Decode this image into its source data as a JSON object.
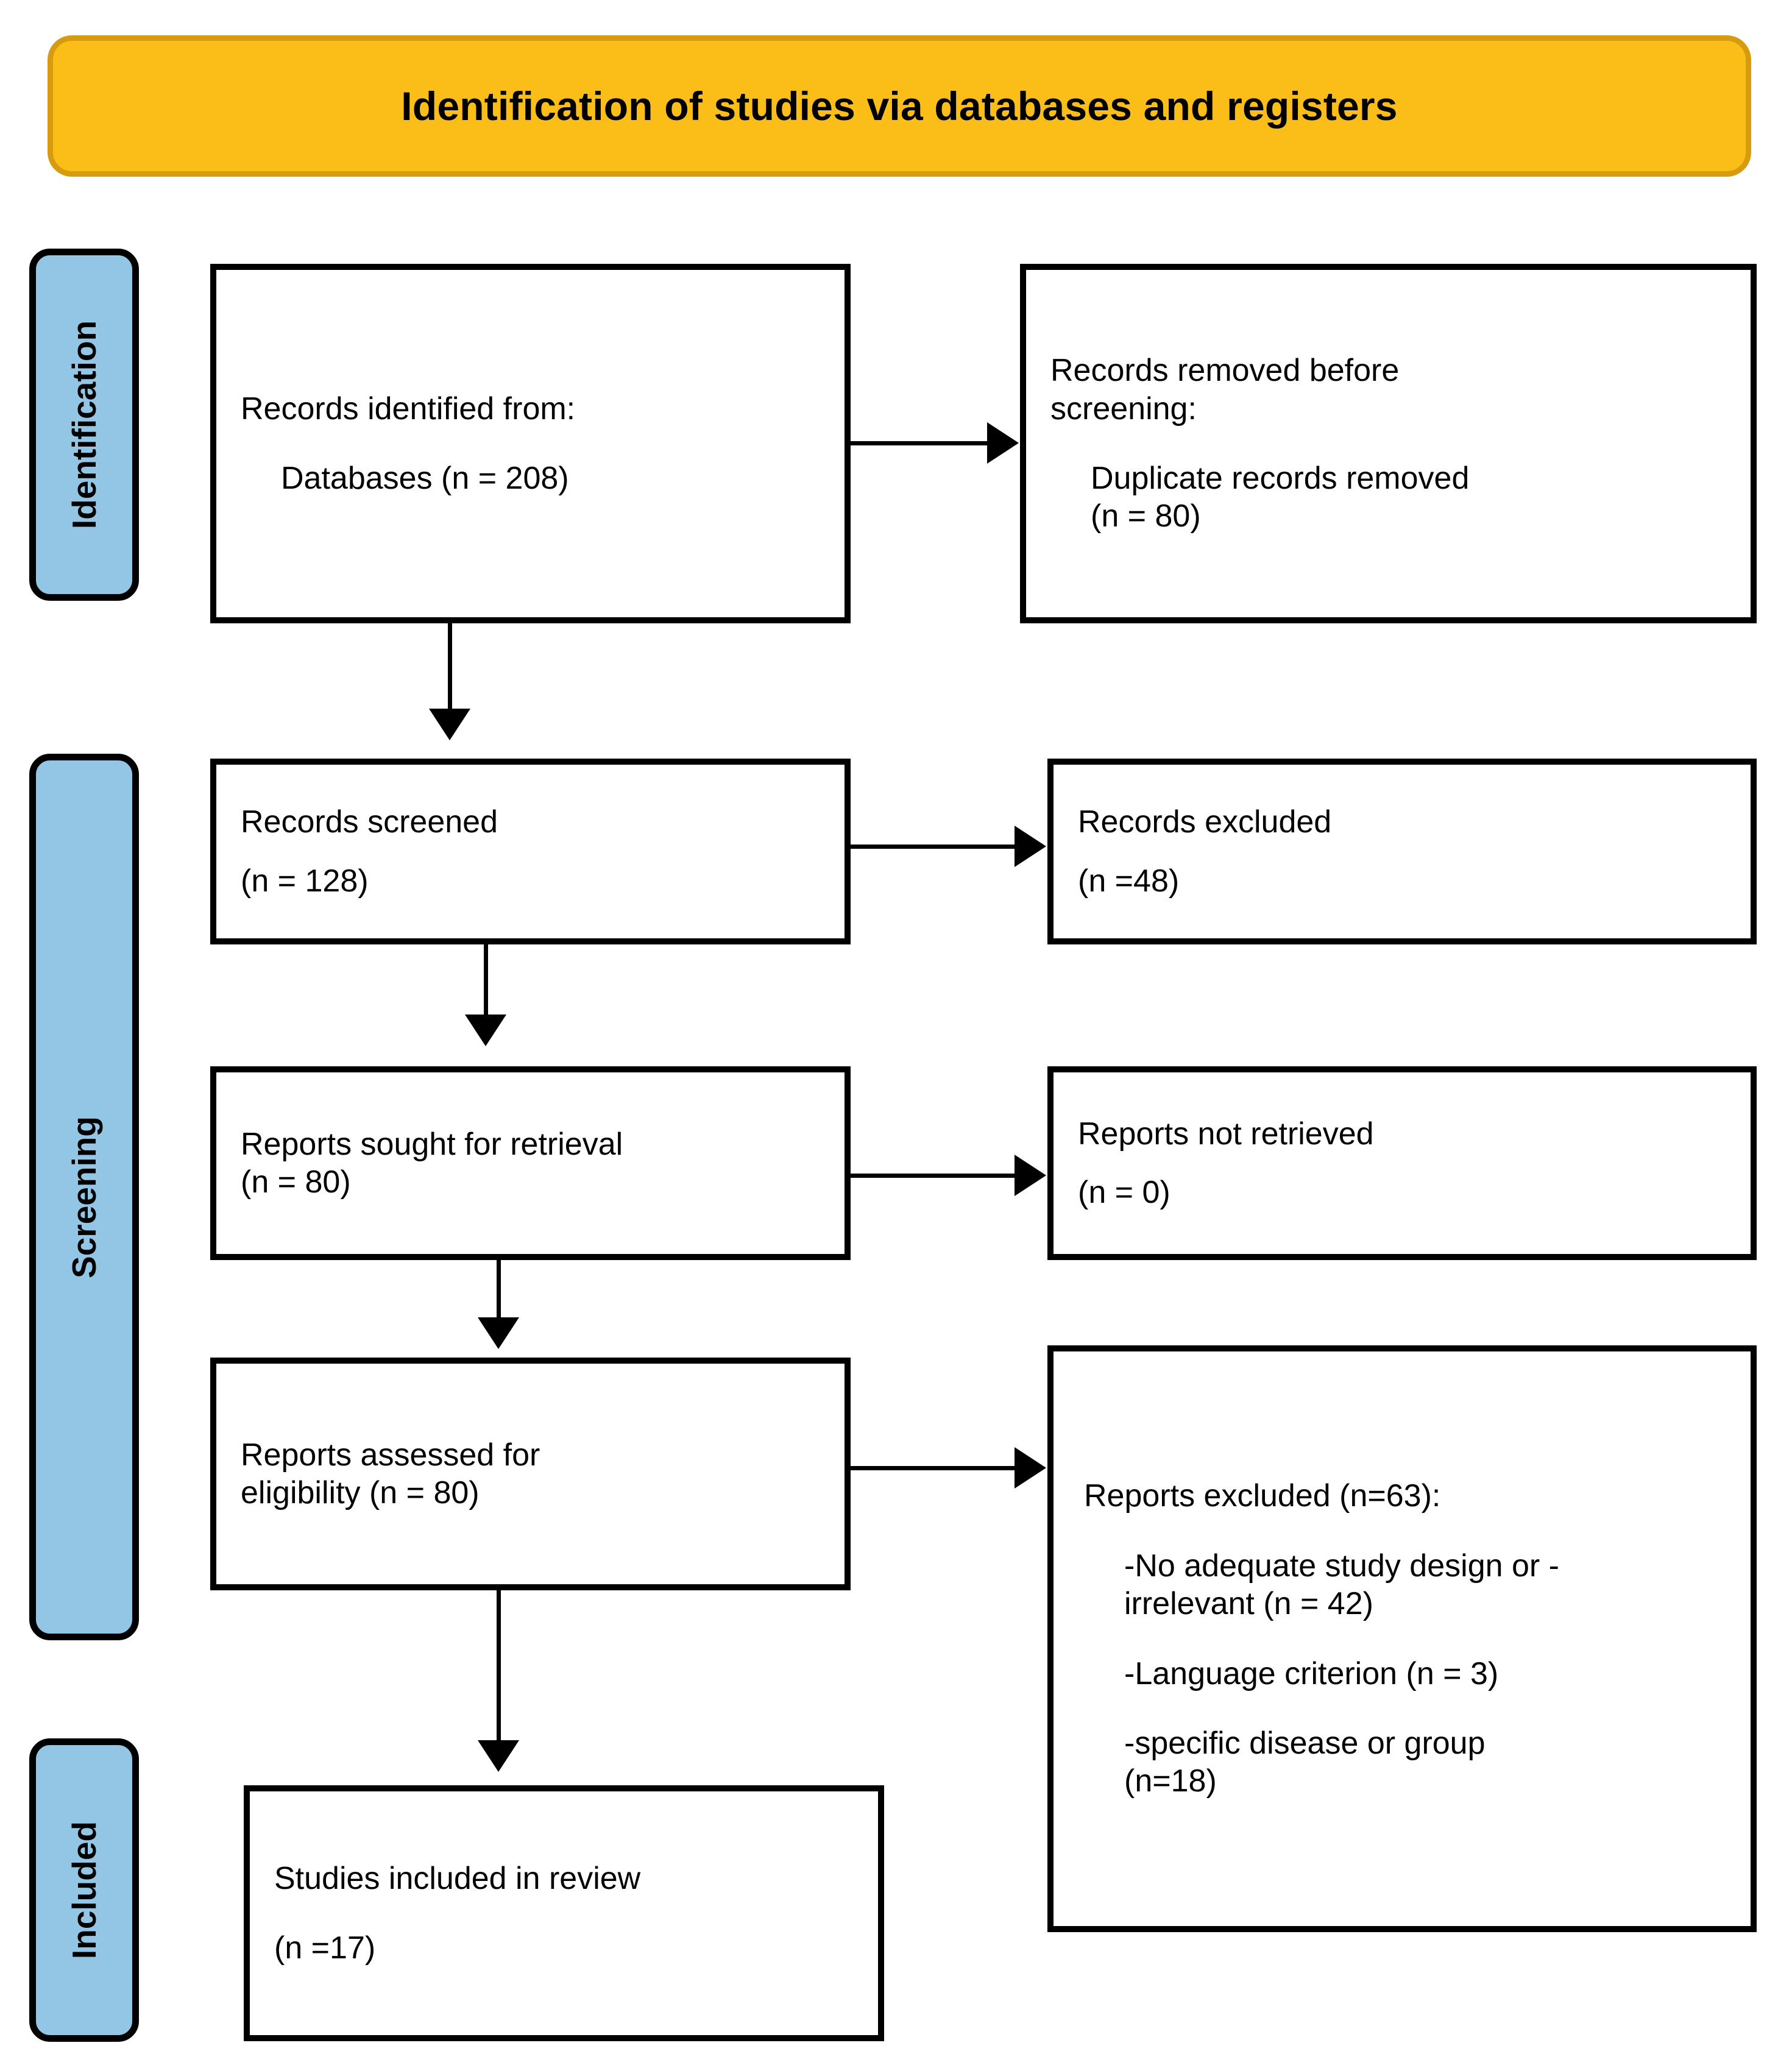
{
  "banner": {
    "title": "Identification of studies via databases and registers"
  },
  "stages": [
    {
      "id": "identification",
      "label": "Identification"
    },
    {
      "id": "screening",
      "label": "Screening"
    },
    {
      "id": "included",
      "label": "Included"
    }
  ],
  "boxes": {
    "identified": {
      "line1": "Records identified from:",
      "line2": "Databases (n = 208)"
    },
    "removed": {
      "line1": "Records removed before",
      "line2": "screening:",
      "line3": "Duplicate records removed",
      "line4": "(n = 80)"
    },
    "screened": {
      "line1": "Records screened",
      "line2": "(n = 128)"
    },
    "excluded": {
      "line1": "Records excluded",
      "line2": "(n =48)"
    },
    "sought": {
      "line1": "Reports sought for retrieval",
      "line2": "(n = 80)"
    },
    "not_retrieved": {
      "line1": "Reports not retrieved",
      "line2": "(n = 0)"
    },
    "assessed": {
      "line1": "Reports assessed for",
      "line2": "eligibility (n = 80)"
    },
    "reports_excluded": {
      "line1": "Reports excluded (n=63):",
      "line2": "-No adequate study design or   -",
      "line3": "irrelevant (n = 42)",
      "line4": "-Language criterion (n = 3)",
      "line5": "-specific disease or group",
      "line6": "(n=18)"
    },
    "included": {
      "line1": "Studies included in review",
      "line2": "(n =17)"
    }
  },
  "colors": {
    "banner_fill": "#FBBE18",
    "banner_border": "#D79B10",
    "stage_fill": "#93C6E5",
    "box_border": "#000000",
    "box_fill": "#FFFFFF"
  }
}
